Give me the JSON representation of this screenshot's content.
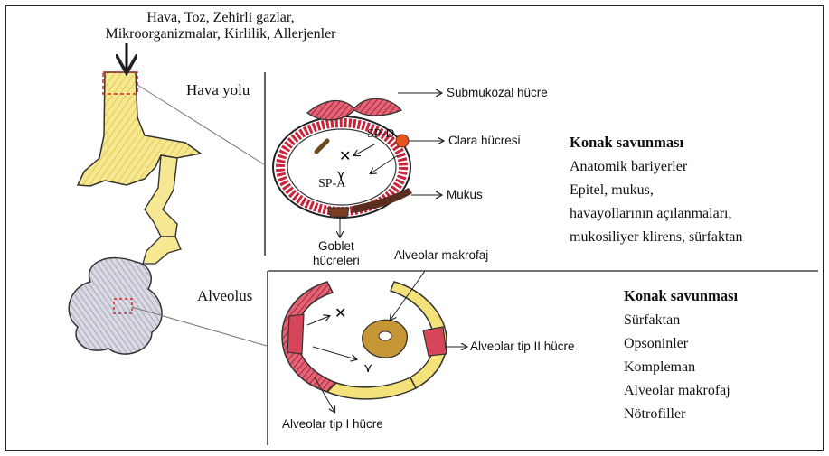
{
  "sources_label_line1": "Hava, Toz, Zehirli gazlar,",
  "sources_label_line2": "Mikroorganizmalar, Kirlilik, Allerjenler",
  "airway": {
    "zone_label": "Hava yolu",
    "submukozal": "Submukozal hücre",
    "clara": "Clara hücresi",
    "mukus": "Mukus",
    "goblet_line1": "Goblet",
    "goblet_line2": "hücreleri",
    "sp_d": "SP-D",
    "sp_a": "SP-A"
  },
  "alveolus": {
    "zone_label": "Alveolus",
    "macrophage": "Alveolar makrofaj",
    "type2": "Alveolar tip II hücre",
    "type1": "Alveolar tip I hücre"
  },
  "host_defense_airway": {
    "title": "Konak savunması",
    "items": [
      "Anatomik bariyerler",
      "Epitel, mukus,",
      "havayollarının açılanmaları,",
      "mukosiliyer klirens, sürfaktan"
    ]
  },
  "host_defense_alveolus": {
    "title": "Konak savunması",
    "items": [
      "Sürfaktan",
      "Opsoninler",
      "Kompleman",
      "Alveolar makrofaj",
      "Nötrofiller"
    ]
  },
  "colors": {
    "airway_yellow": "#f3e27a",
    "epithelium_red": "#c8243a",
    "alveolar_red": "#d6455a",
    "mucus_brown": "#5a2d1e",
    "clara_orange": "#e8541d",
    "macrophage": "#c69636",
    "lung_gray": "#b9b9c7"
  }
}
